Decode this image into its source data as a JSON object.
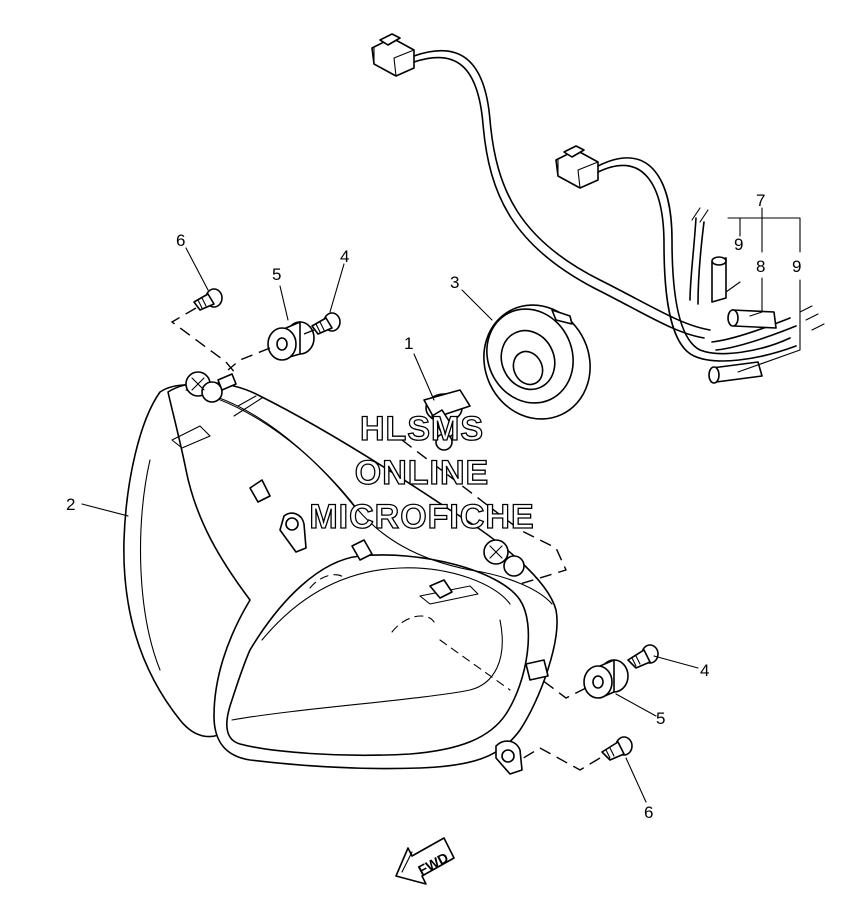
{
  "callouts": [
    {
      "id": "lbl-1",
      "text": "1"
    },
    {
      "id": "lbl-2",
      "text": "2"
    },
    {
      "id": "lbl-3",
      "text": "3"
    },
    {
      "id": "lbl-4a",
      "text": "4"
    },
    {
      "id": "lbl-4b",
      "text": "4"
    },
    {
      "id": "lbl-5a",
      "text": "5"
    },
    {
      "id": "lbl-5b",
      "text": "5"
    },
    {
      "id": "lbl-6a",
      "text": "6"
    },
    {
      "id": "lbl-6b",
      "text": "6"
    },
    {
      "id": "lbl-7",
      "text": "7"
    },
    {
      "id": "lbl-8",
      "text": "8"
    },
    {
      "id": "lbl-9a",
      "text": "9"
    },
    {
      "id": "lbl-9b",
      "text": "9"
    }
  ],
  "watermark": {
    "line1": "HLSMS",
    "line2": "ONLINE",
    "line3": "MICROFICHE"
  },
  "direction": {
    "label": "FWD",
    "icon": "forward-arrow-icon"
  }
}
